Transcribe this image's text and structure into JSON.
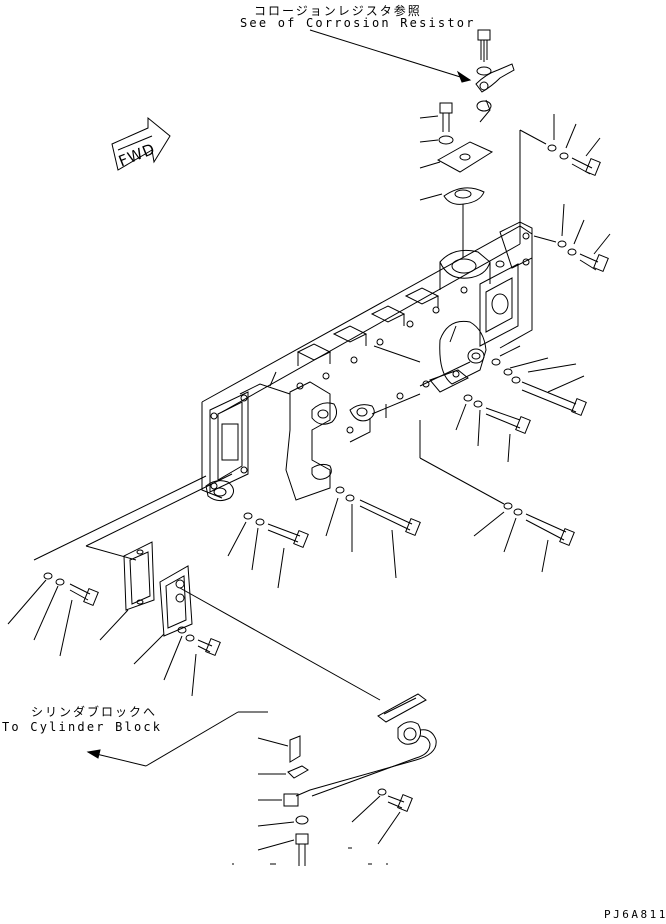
{
  "labels": {
    "corrosion_ref_jp": "コロージョンレジスタ参照",
    "corrosion_ref_en": "See of Corrosion Resistor",
    "cylinder_block_jp": "シリンダブロックへ",
    "cylinder_block_en": "To Cylinder Block",
    "forward": "FWD",
    "drawing_code": "PJ6A811"
  },
  "icons": {
    "forward_arrow": "fwd-arrow-icon"
  },
  "colors": {
    "ink": "#000000",
    "paper": "#ffffff"
  }
}
